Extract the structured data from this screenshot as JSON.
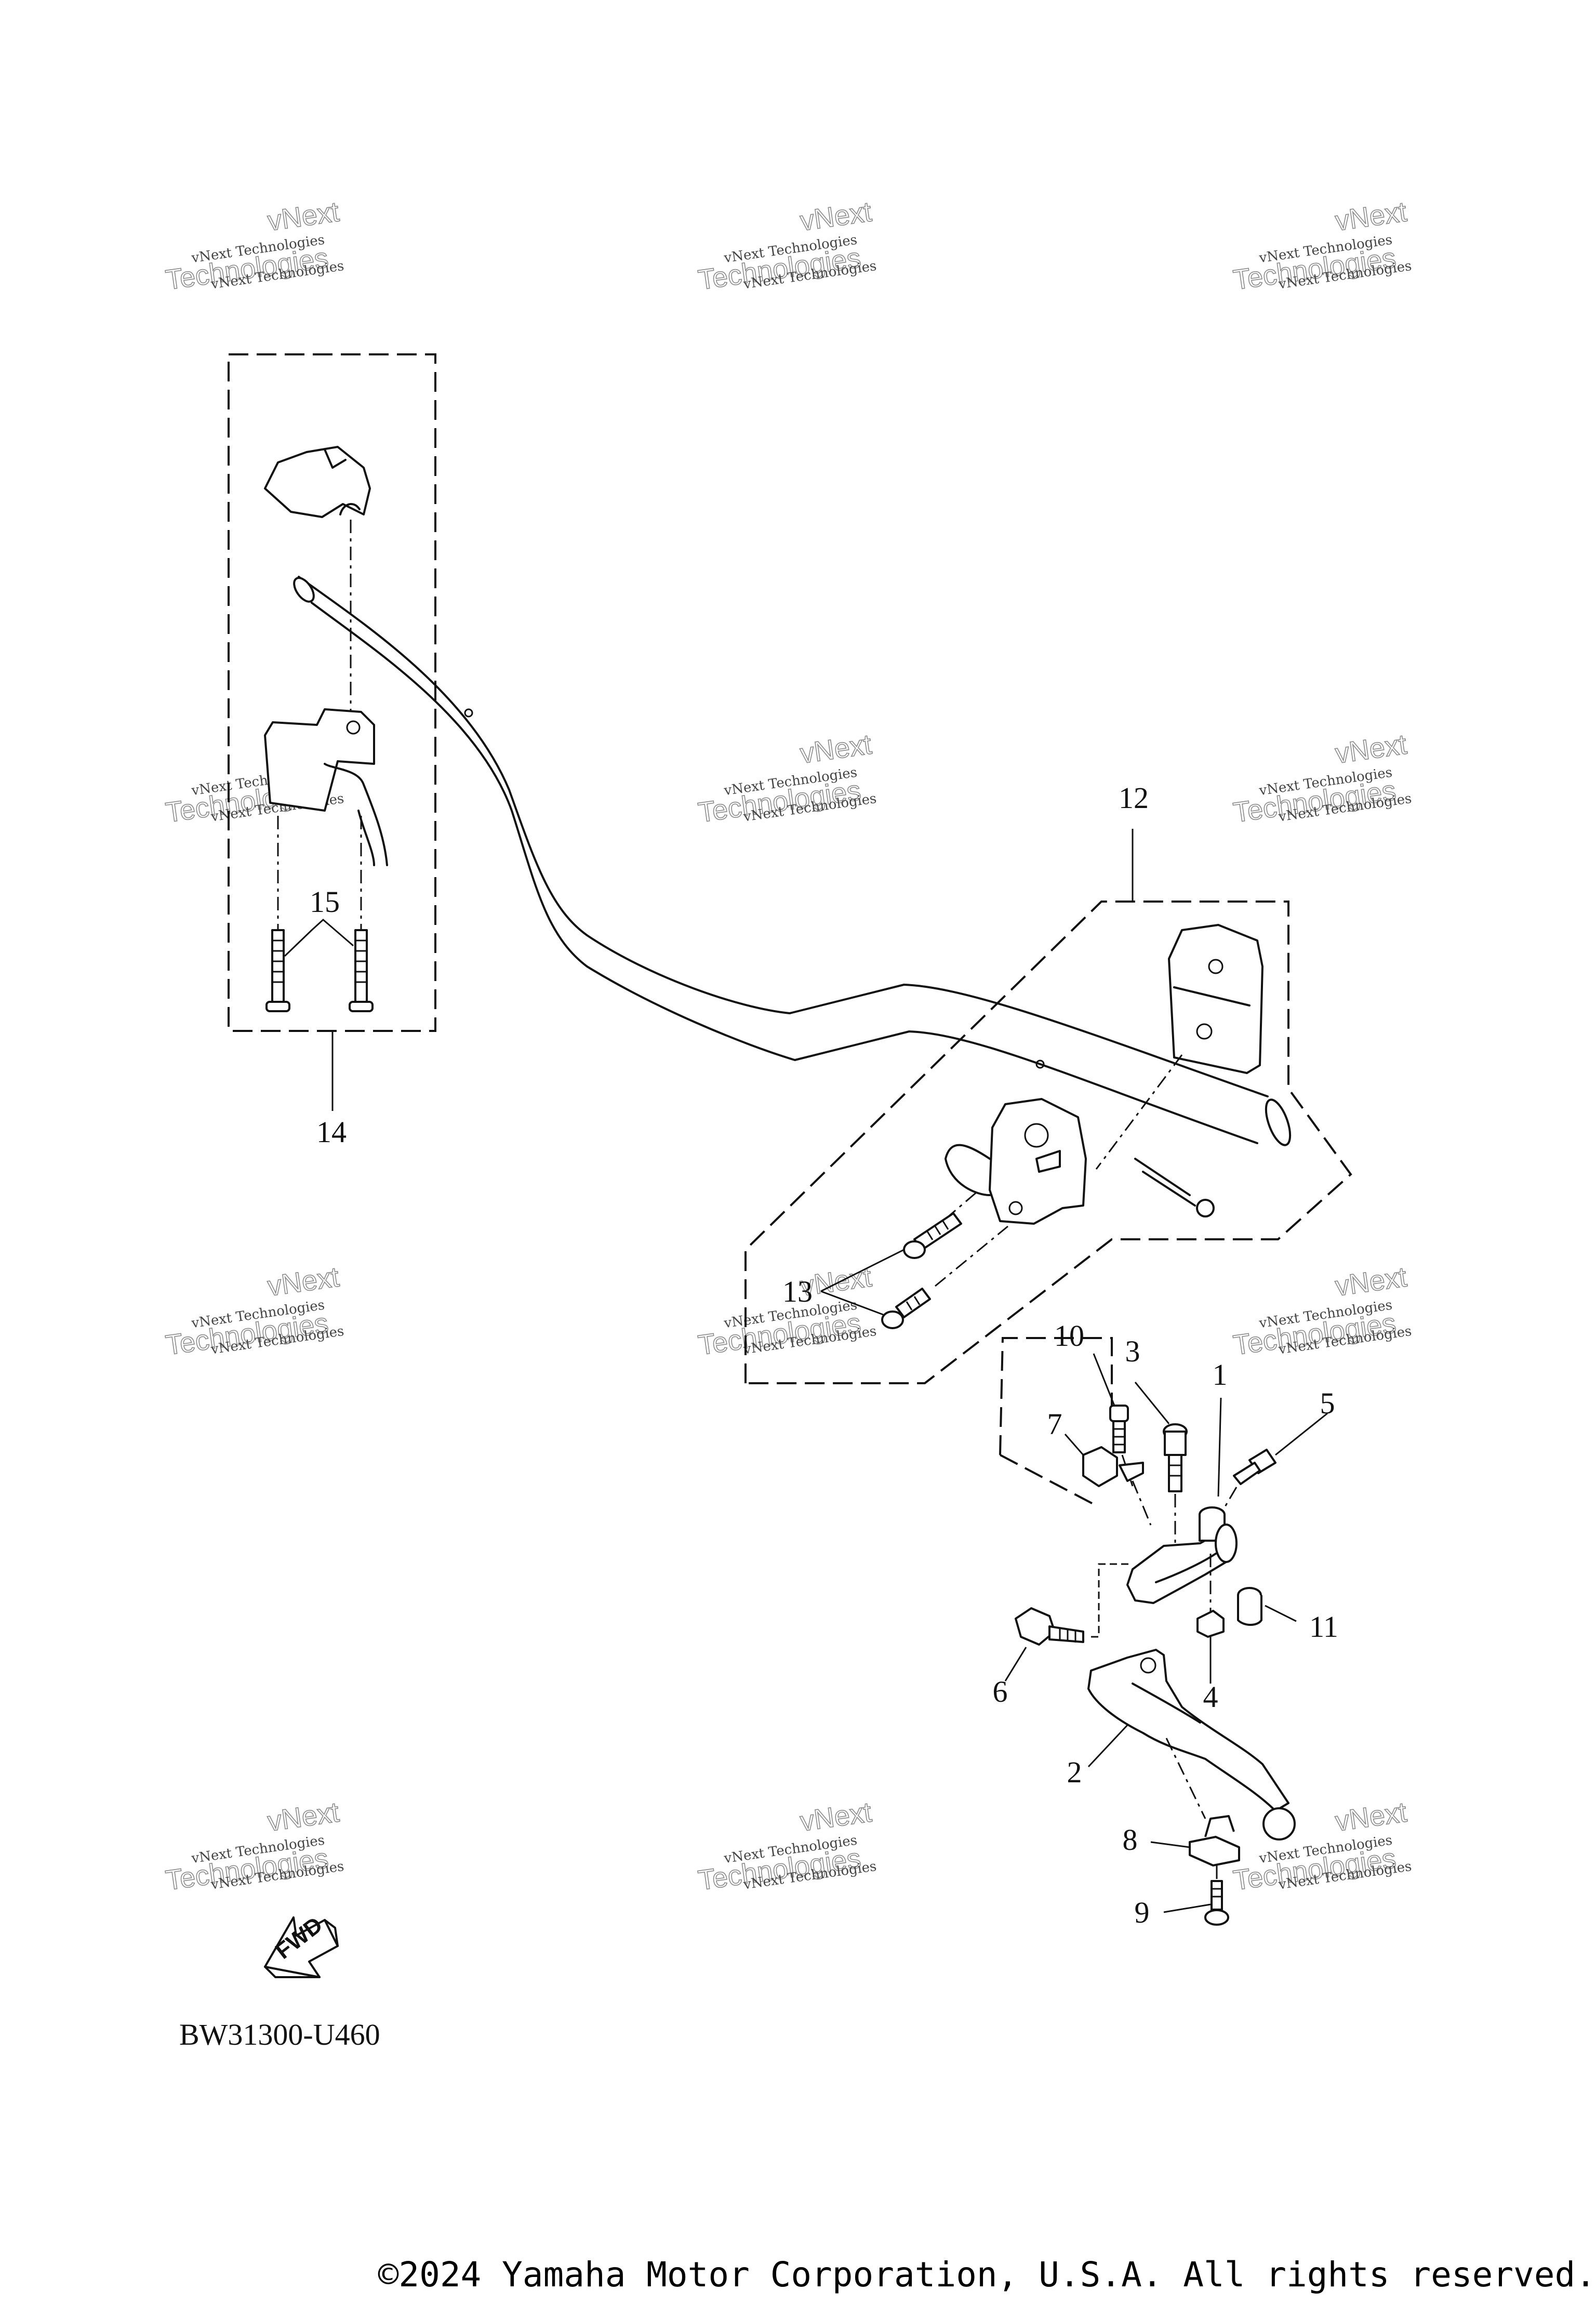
{
  "diagram": {
    "drawing_code": "BW31300-U460",
    "fwd_label": "FWD",
    "copyright": "©2024 Yamaha Motor Corporation, U.S.A. All rights reserved.",
    "watermark": {
      "line1": "vNext",
      "line2": "vNext Technologies",
      "line3": "Technologies",
      "line4": "vNext Technologies"
    },
    "callouts": {
      "c1": "1",
      "c2": "2",
      "c3": "3",
      "c4": "4",
      "c5": "5",
      "c6": "6",
      "c7": "7",
      "c8": "8",
      "c9": "9",
      "c10": "10",
      "c11": "11",
      "c12": "12",
      "c13": "13",
      "c14": "14",
      "c15": "15"
    }
  }
}
